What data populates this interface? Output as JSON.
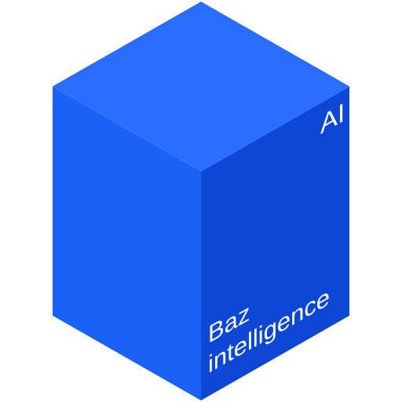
{
  "logo": {
    "corner_label": "AI",
    "brand_line_1": "Baz",
    "brand_line_2": "intelligence"
  },
  "colors": {
    "top_face": "#2b6dff",
    "left_face": "#1a62f6",
    "right_face": "#0c47d6",
    "edge_highlight": "#3a7bff",
    "text": "#ffffff"
  }
}
